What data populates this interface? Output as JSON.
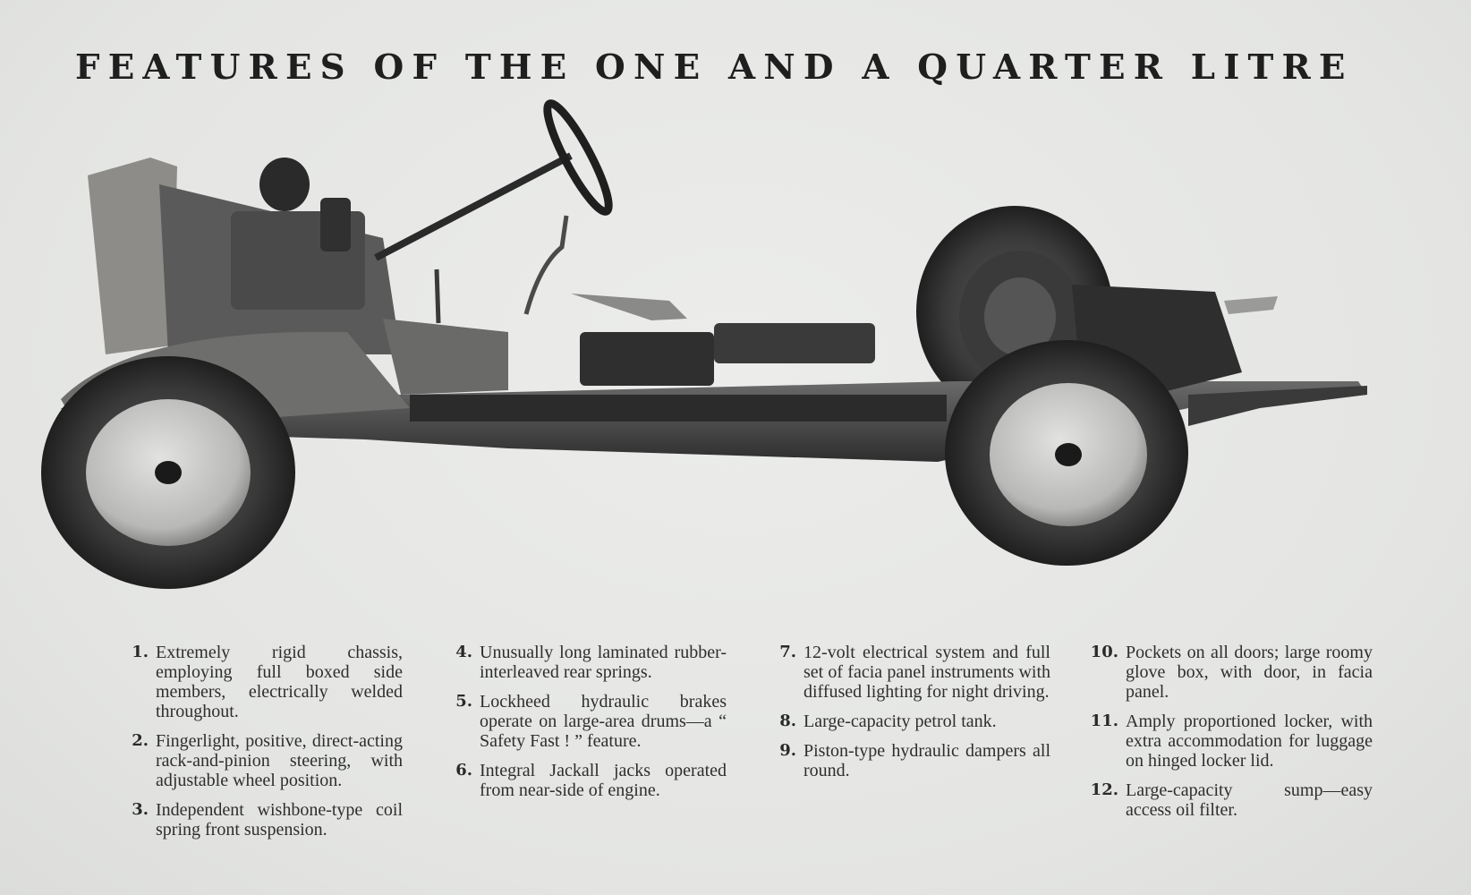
{
  "title": "FEATURES OF THE ONE AND A QUARTER LITRE",
  "illustration": {
    "subject": "chassis photograph"
  },
  "features": [
    {
      "num": "1.",
      "text": "Extremely rigid chassis, employing full boxed side members, electrically welded throughout."
    },
    {
      "num": "2.",
      "text": "Fingerlight, positive, direct-acting rack-and-pinion steering, with adjustable wheel position."
    },
    {
      "num": "3.",
      "text": "Independent wishbone-type coil spring front suspension."
    },
    {
      "num": "4.",
      "text": "Unusually long laminated rubber-interleaved rear springs."
    },
    {
      "num": "5.",
      "text": "Lockheed hydraulic brakes operate on large-area drums—a “ Safety Fast ! ” feature."
    },
    {
      "num": "6.",
      "text": "Integral Jackall jacks operated from near-side of engine."
    },
    {
      "num": "7.",
      "text": "12-volt electrical system and full set of facia panel instruments with diffused lighting for night driving."
    },
    {
      "num": "8.",
      "text": "Large-capacity petrol tank."
    },
    {
      "num": "9.",
      "text": "Piston-type hydraulic dampers all round."
    },
    {
      "num": "10.",
      "text": "Pockets on all doors; large roomy glove box, with door, in facia panel."
    },
    {
      "num": "11.",
      "text": "Amply proportioned locker, with extra accommodation for luggage on hinged locker lid."
    },
    {
      "num": "12.",
      "text": "Large-capacity sump—easy access oil filter."
    }
  ]
}
